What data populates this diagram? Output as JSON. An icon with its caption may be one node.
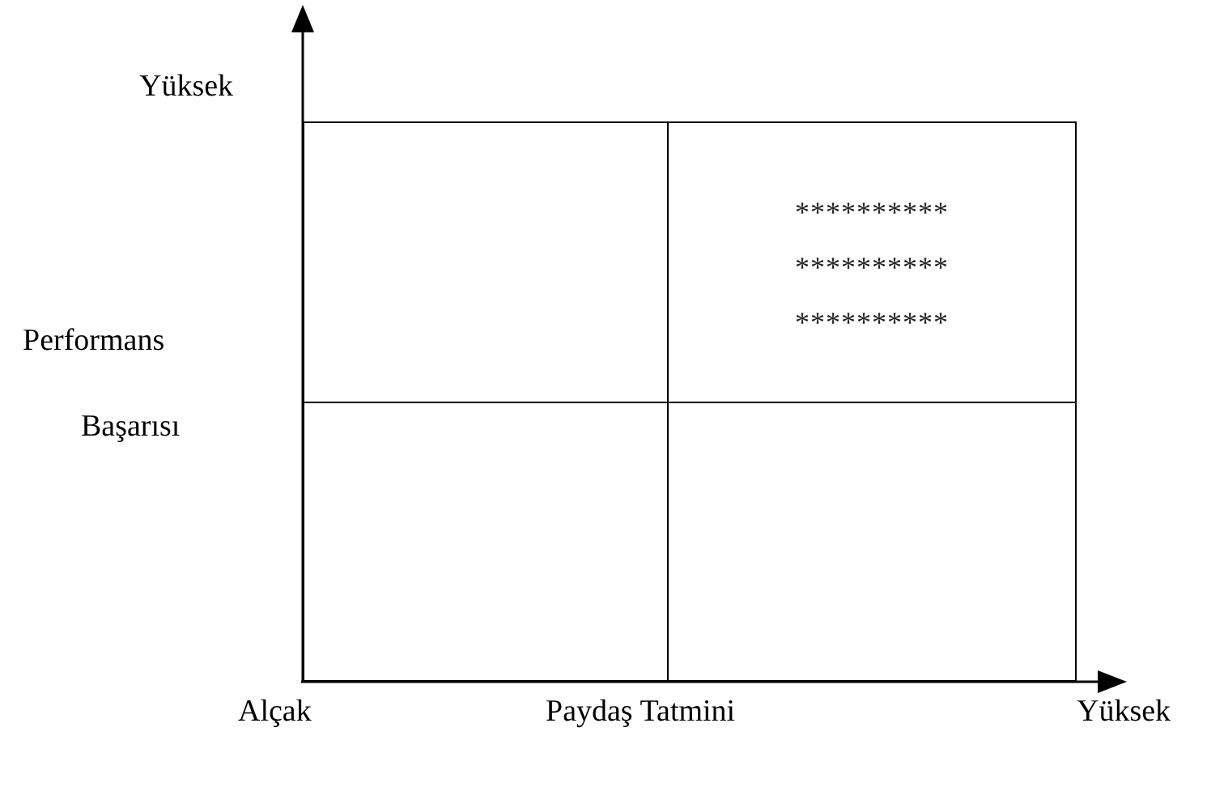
{
  "diagram": {
    "nodes": [
      {
        "text": [],
        "shape": "box"
      },
      {
        "text": [
          "**********",
          "**********",
          "**********"
        ]
      },
      {
        "text": [],
        "shape": "box"
      },
      {
        "text": [],
        "shape": "box"
      }
    ],
    "labels": [
      "Yüksek",
      "Performans",
      "Başarısı",
      "Alçak",
      "Paydaş Tatmini",
      "Yüksek"
    ]
  }
}
